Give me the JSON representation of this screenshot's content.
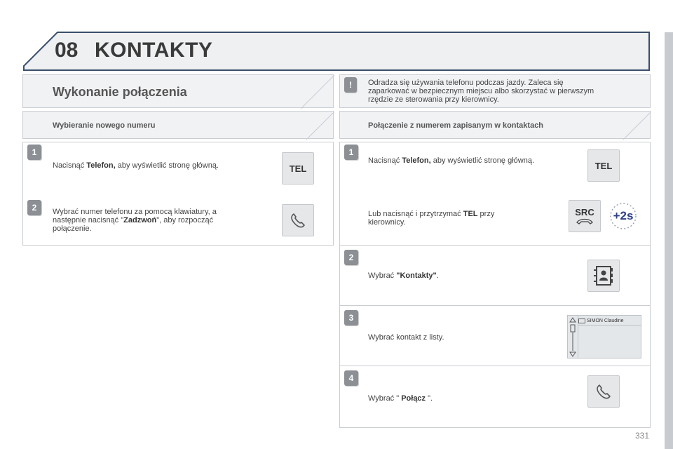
{
  "chapter": {
    "number": "08",
    "title": "KONTAKTY"
  },
  "left": {
    "title": "Wykonanie połączenia",
    "subtitle": "Wybieranie nowego numeru",
    "step1": {
      "num": "1",
      "a": "Nacisnąć ",
      "b": "Telefon,",
      "c": " aby wyświetlić stronę główną.",
      "btn": "TEL"
    },
    "step2": {
      "num": "2",
      "a": "Wybrać numer telefonu za pomocą klawiatury, a następnie nacisnąć \"",
      "b": "Zadzwoń",
      "c": "\", aby rozpocząć połączenie."
    }
  },
  "right": {
    "warning": "Odradza się używania telefonu podczas jazdy. Zaleca się zaparkować w bezpiecznym miejscu albo skorzystać w pierwszym rzędzie ze sterowania przy kierownicy.",
    "subtitle": "Połączenie z numerem zapisanym w kontaktach",
    "step1": {
      "num": "1",
      "a": "Nacisnąć ",
      "b": "Telefon,",
      "c": " aby wyświetlić stronę główną.",
      "btn": "TEL",
      "alt_a": "Lub nacisnąć i przytrzymać ",
      "alt_b": "TEL",
      "alt_c": " przy kierownicy.",
      "src_label": "SRC",
      "hold_label": "+2s"
    },
    "step2": {
      "num": "2",
      "a": "Wybrać ",
      "b": "\"Kontakty\"",
      "c": "."
    },
    "step3": {
      "num": "3",
      "a": "Wybrać kontakt z listy.",
      "list_item": "SIMON Claudine"
    },
    "step4": {
      "num": "4",
      "a": "Wybrać \" ",
      "b": "Połącz",
      "c": " \"."
    }
  },
  "page": "331"
}
